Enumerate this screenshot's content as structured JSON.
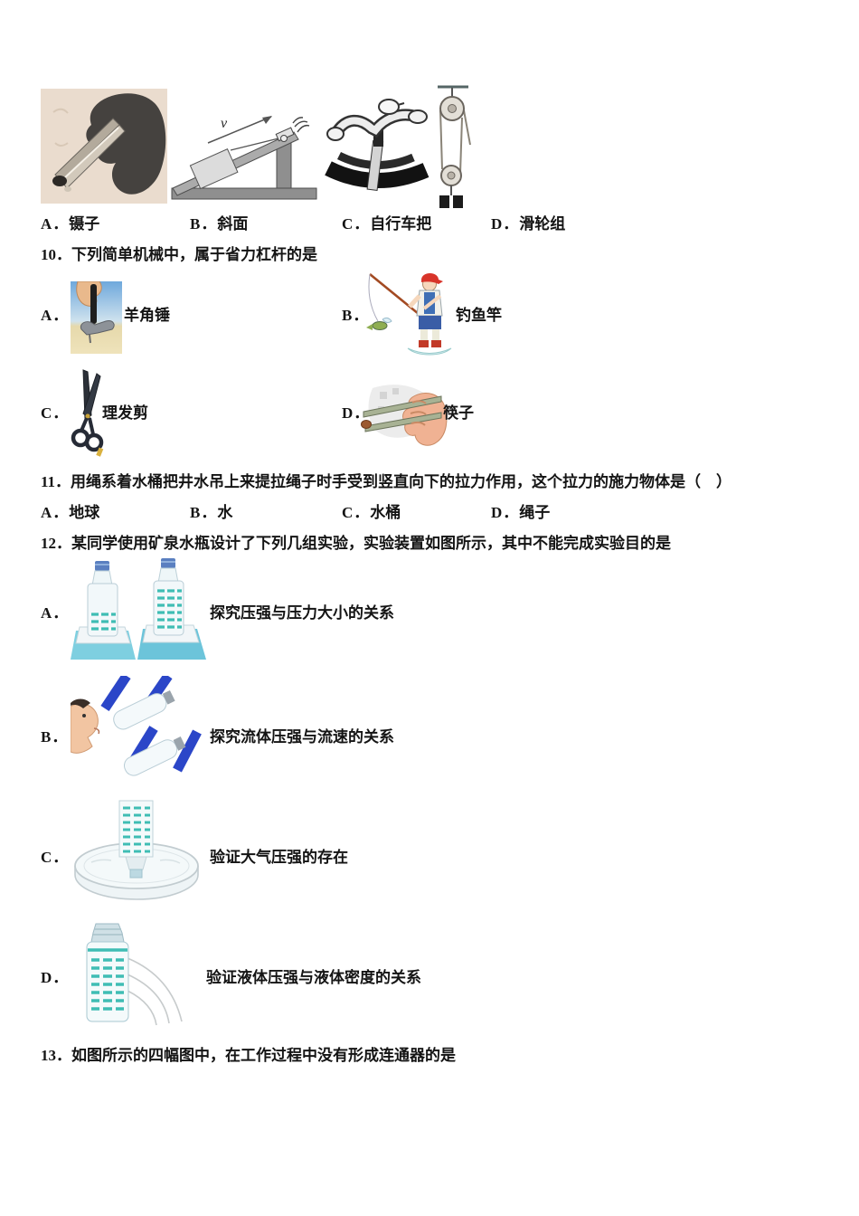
{
  "q9": {
    "incline_v_label": "v",
    "options": [
      {
        "label": "A．",
        "text": "镊子"
      },
      {
        "label": "B．",
        "text": "斜面"
      },
      {
        "label": "C．",
        "text": "自行车把"
      },
      {
        "label": "D．",
        "text": "滑轮组"
      }
    ]
  },
  "q10": {
    "stem": "10．下列简单机械中，属于省力杠杆的是",
    "options": [
      {
        "label": "A．",
        "text": "羊角锤",
        "image": "claw-hammer"
      },
      {
        "label": "B．",
        "text": "钓鱼竿",
        "image": "fishing-person"
      },
      {
        "label": "C．",
        "text": "理发剪",
        "image": "barber-scissors"
      },
      {
        "label": "D．",
        "text": "筷子",
        "image": "hand-holding-chopsticks"
      }
    ]
  },
  "q11": {
    "stem": "11．用绳系着水桶把井水吊上来提拉绳子时手受到竖直向下的拉力作用，这个拉力的施力物体是（　）",
    "options": [
      {
        "label": "A．",
        "text": "地球"
      },
      {
        "label": "B．",
        "text": "水"
      },
      {
        "label": "C．",
        "text": "水桶"
      },
      {
        "label": "D．",
        "text": "绳子"
      }
    ]
  },
  "q12": {
    "stem": "12．某同学使用矿泉水瓶设计了下列几组实验，实验装置如图所示，其中不能完成实验目的是",
    "options": [
      {
        "label": "A．",
        "text": "探究压强与压力大小的关系",
        "image": "two-bottles-on-sponges"
      },
      {
        "label": "B．",
        "text": "探究流体压强与流速的关系",
        "image": "blowing-between-hanging-bottles"
      },
      {
        "label": "C．",
        "text": "验证大气压强的存在",
        "image": "inverted-bottle-in-water-dish"
      },
      {
        "label": "D．",
        "text": "验证液体压强与液体密度的关系",
        "image": "bottle-with-side-holes"
      }
    ]
  },
  "q13": {
    "stem": "13．如图所示的四幅图中，在工作过程中没有形成连通器的是"
  },
  "colors": {
    "water_dash": "#3fbdb4",
    "strap_blue": "#2b46c8",
    "tray_cyan": "#8fd2e4",
    "accent_red": "#d8342a"
  }
}
